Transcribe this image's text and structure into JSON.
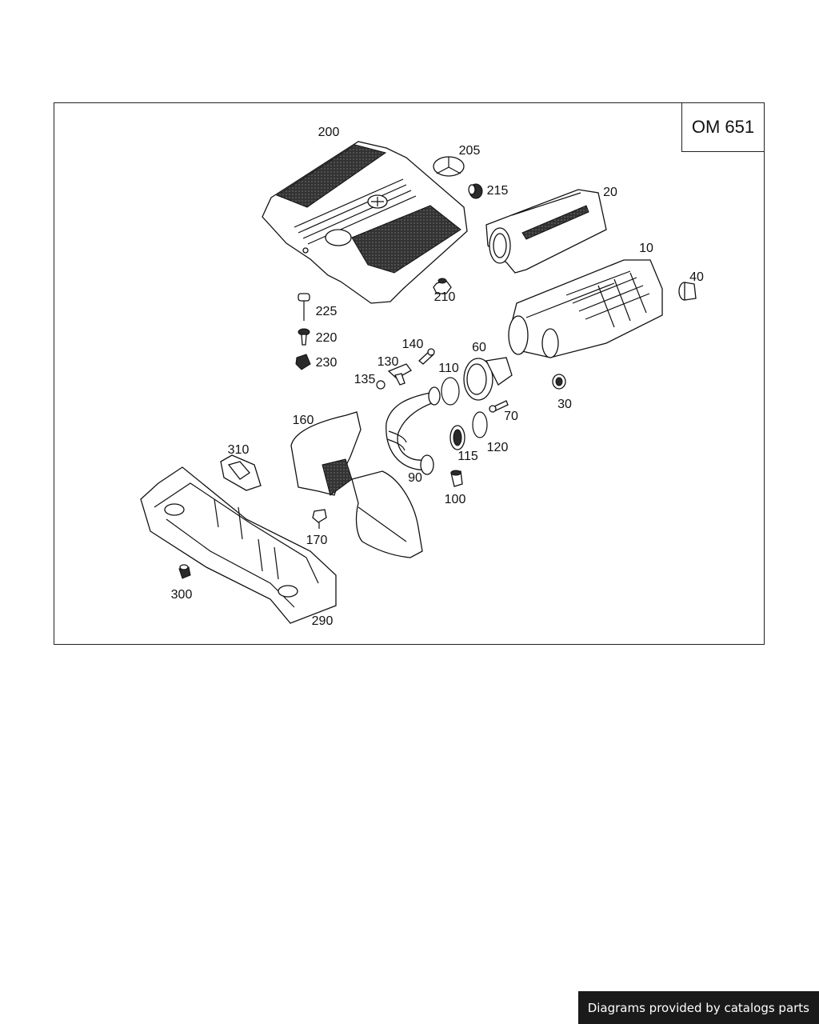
{
  "diagram": {
    "engine_code": "OM 651",
    "callouts": [
      {
        "id": "200",
        "text": "200"
      },
      {
        "id": "205",
        "text": "205"
      },
      {
        "id": "215",
        "text": "215"
      },
      {
        "id": "20",
        "text": "20"
      },
      {
        "id": "10",
        "text": "10"
      },
      {
        "id": "40",
        "text": "40"
      },
      {
        "id": "210",
        "text": "210"
      },
      {
        "id": "225",
        "text": "225"
      },
      {
        "id": "220",
        "text": "220"
      },
      {
        "id": "230",
        "text": "230"
      },
      {
        "id": "140",
        "text": "140"
      },
      {
        "id": "60",
        "text": "60"
      },
      {
        "id": "130",
        "text": "130"
      },
      {
        "id": "110",
        "text": "110"
      },
      {
        "id": "135",
        "text": "135"
      },
      {
        "id": "30",
        "text": "30"
      },
      {
        "id": "70",
        "text": "70"
      },
      {
        "id": "160",
        "text": "160"
      },
      {
        "id": "120",
        "text": "120"
      },
      {
        "id": "115",
        "text": "115"
      },
      {
        "id": "310",
        "text": "310"
      },
      {
        "id": "90",
        "text": "90"
      },
      {
        "id": "100",
        "text": "100"
      },
      {
        "id": "170",
        "text": "170"
      },
      {
        "id": "300",
        "text": "300"
      },
      {
        "id": "290",
        "text": "290"
      }
    ]
  },
  "footer": {
    "text": "Diagrams provided by catalogs parts"
  }
}
